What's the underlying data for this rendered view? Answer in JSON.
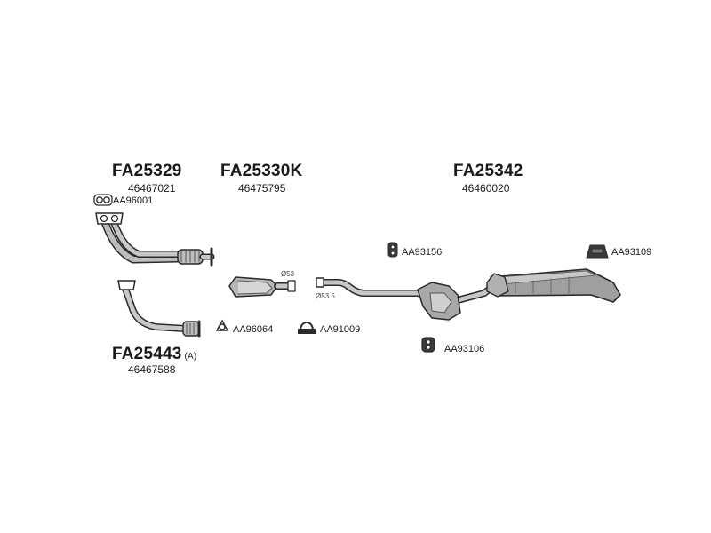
{
  "parts": {
    "front_pipe": {
      "part_no": "FA25329",
      "oe_no": "46467021"
    },
    "catalyst": {
      "part_no": "FA25330K",
      "oe_no": "46475795"
    },
    "rear_section": {
      "part_no": "FA25342",
      "oe_no": "46460020"
    },
    "alt_front_pipe": {
      "part_no": "FA25443",
      "suffix": "(A)",
      "oe_no": "46467588"
    }
  },
  "accessories": {
    "gasket_front": "AA96001",
    "gasket_cat": "AA96064",
    "clamp": "AA91009",
    "mount_mid": "AA93156",
    "mount_rear": "AA93109",
    "mount_lower": "AA93106"
  },
  "dimensions": {
    "cat_outlet": "Ø53",
    "rear_inlet": "Ø53.5"
  },
  "colors": {
    "metal": "#9a9a9a",
    "outline": "#2a2a2a",
    "rubber": "#3a3a3a"
  }
}
